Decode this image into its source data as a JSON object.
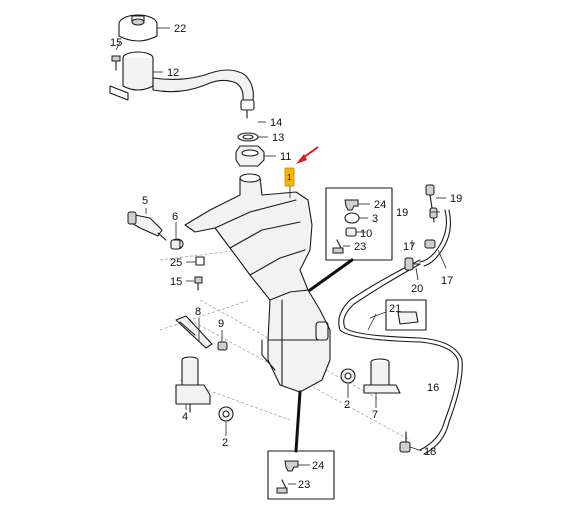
{
  "callouts": {
    "c1": "1",
    "c2a": "2",
    "c2b": "2",
    "c3": "3",
    "c4": "4",
    "c5": "5",
    "c6": "6",
    "c7": "7",
    "c8": "8",
    "c9": "9",
    "c10": "10",
    "c11": "11",
    "c12": "12",
    "c13": "13",
    "c14": "14",
    "c15a": "15",
    "c15b": "15",
    "c16": "16",
    "c17a": "17",
    "c17b": "17",
    "c18": "18",
    "c19a": "19",
    "c19b": "19",
    "c20": "20",
    "c21": "21",
    "c22": "22",
    "c23a": "23",
    "c23b": "23",
    "c24a": "24",
    "c24b": "24",
    "c25": "25"
  },
  "highlight": {
    "part": "1",
    "color": "#f5b400",
    "arrow_color": "#e0191b"
  }
}
